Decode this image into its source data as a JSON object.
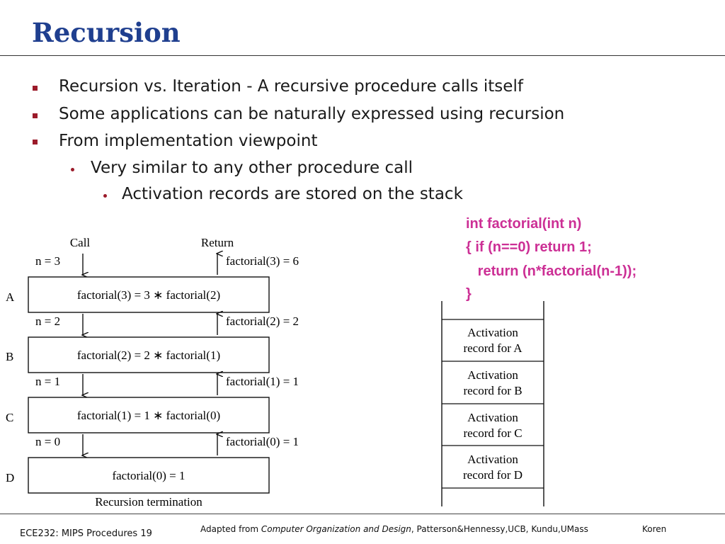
{
  "title": "Recursion",
  "bullets": [
    {
      "level": 1,
      "text": "Recursion vs. Iteration -   A recursive procedure calls itself"
    },
    {
      "level": 1,
      "text": "Some applications can be naturally expressed using recursion"
    },
    {
      "level": 1,
      "text": "From implementation viewpoint"
    },
    {
      "level": 2,
      "text": "Very similar to any other procedure call"
    },
    {
      "level": 3,
      "text": "Activation records are stored on the stack"
    }
  ],
  "code": {
    "line1": "int factorial(int n)",
    "line2": "{ if (n==0) return 1;",
    "line3": "   return (n*factorial(n-1));",
    "line4": "}"
  },
  "diagram": {
    "call_header": "Call",
    "return_header": "Return",
    "row_labels": [
      "A",
      "B",
      "C",
      "D"
    ],
    "call_labels": [
      "n = 3",
      "n = 2",
      "n = 1",
      "n = 0"
    ],
    "return_labels": [
      "factorial(3) = 6",
      "factorial(2) = 2",
      "factorial(1) = 1",
      "factorial(0) = 1"
    ],
    "box_labels": [
      "factorial(3) = 3 ∗ factorial(2)",
      "factorial(2) = 2 ∗ factorial(1)",
      "factorial(1) = 1 ∗ factorial(0)",
      "factorial(0) = 1"
    ],
    "termination": "Recursion termination"
  },
  "stack": {
    "records": [
      {
        "line1": "Activation",
        "line2": "record for A"
      },
      {
        "line1": "Activation",
        "line2": "record for B"
      },
      {
        "line1": "Activation",
        "line2": "record for C"
      },
      {
        "line1": "Activation",
        "line2": "record for D"
      }
    ]
  },
  "footer": {
    "left": "ECE232: MIPS Procedures 19",
    "mid_prefix": "Adapted from ",
    "mid_italic": "Computer Organization and Design",
    "mid_suffix": ", Patterson&Hennessy,UCB, Kundu,UMass",
    "right": "Koren"
  }
}
